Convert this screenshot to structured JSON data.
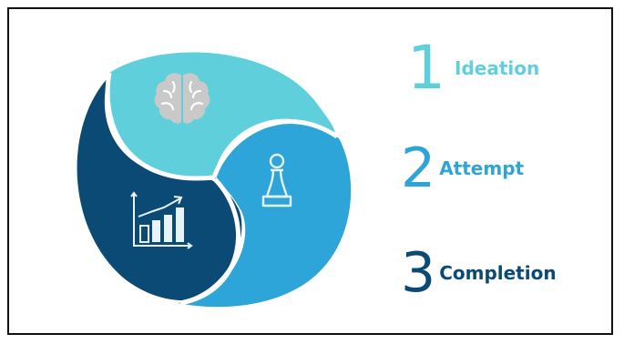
{
  "steps": [
    {
      "number": "1",
      "label": "Ideation",
      "color": "#5fcfdb",
      "icon": "brain-icon"
    },
    {
      "number": "2",
      "label": "Attempt",
      "color": "#2ea5d8",
      "icon": "chess-pawn-icon"
    },
    {
      "number": "3",
      "label": "Completion",
      "color": "#0b4a75",
      "icon": "bar-chart-growth-icon"
    }
  ],
  "colors": {
    "teal": "#5fcfdb",
    "sky": "#2ea5d8",
    "navy": "#0b4a75",
    "icon_gray": "#c9c9c9",
    "icon_light": "#e8f3f8"
  }
}
